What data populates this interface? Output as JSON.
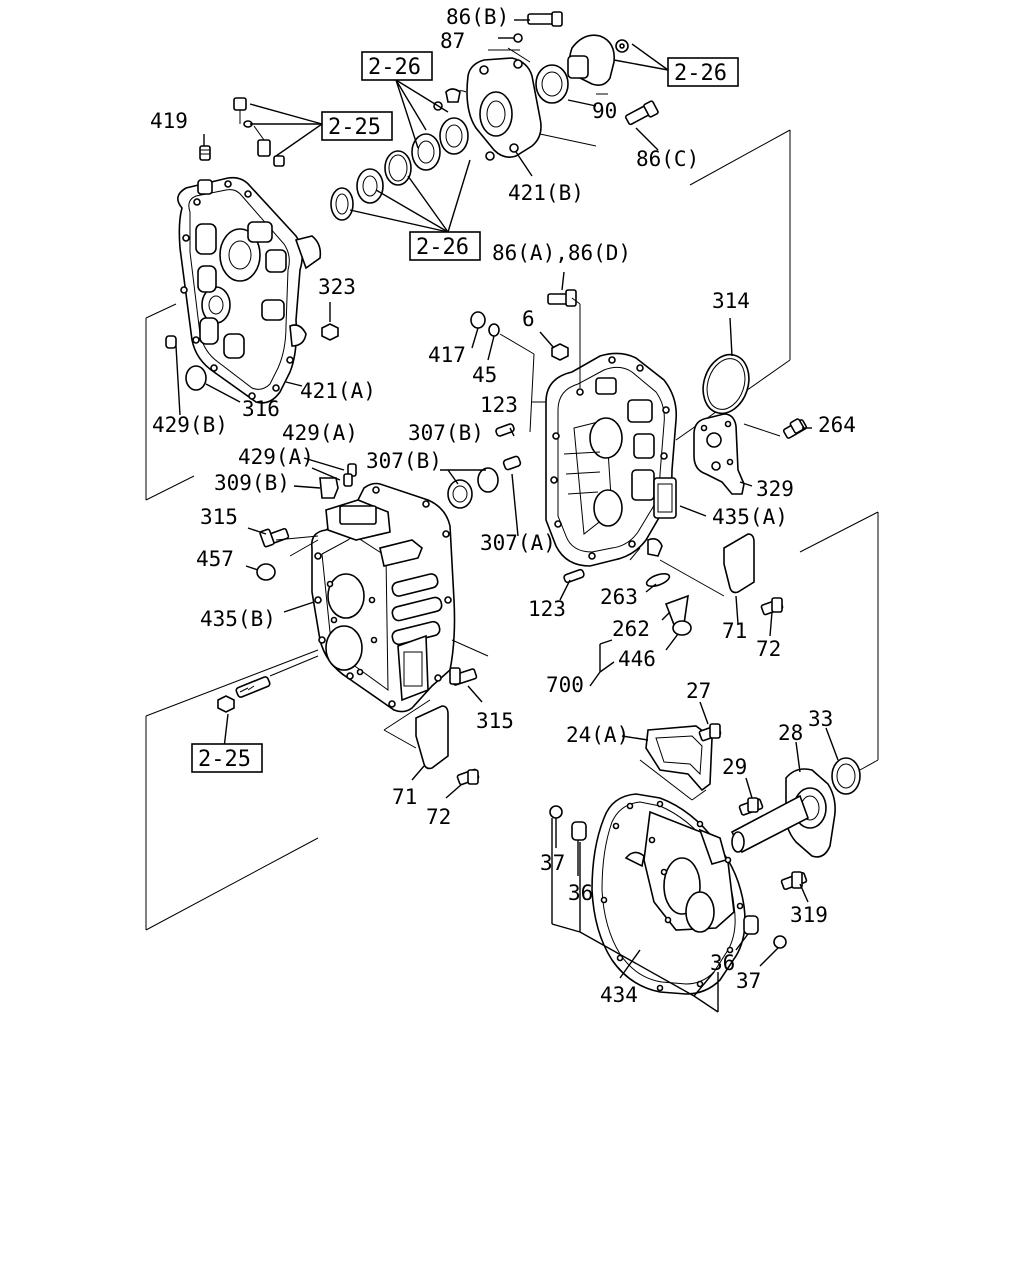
{
  "callouts": {
    "p86B": "86(B)",
    "p87": "87",
    "p90": "90",
    "p86C": "86(C)",
    "p421B": "421(B)",
    "p419": "419",
    "p323": "323",
    "p421A": "421(A)",
    "p316": "316",
    "p429B": "429(B)",
    "p86AD": "86(A),86(D)",
    "p314": "314",
    "p6": "6",
    "p417": "417",
    "p45": "45",
    "p123a": "123",
    "p264": "264",
    "p429A1": "429(A)",
    "p429A2": "429(A)",
    "p307B1": "307(B)",
    "p307B2": "307(B)",
    "p309B": "309(B)",
    "p329": "329",
    "p435A": "435(A)",
    "p315a": "315",
    "p307A": "307(A)",
    "p457": "457",
    "p435B": "435(B)",
    "p123b": "123",
    "p263": "263",
    "p262": "262",
    "p71a": "71",
    "p72a": "72",
    "p446": "446",
    "p700": "700",
    "p315b": "315",
    "p27": "27",
    "p24A": "24(A)",
    "p33": "33",
    "p28": "28",
    "p29": "29",
    "p71b": "71",
    "p72b": "72",
    "p37a": "37",
    "p36a": "36",
    "p319": "319",
    "p36b": "36",
    "p37b": "37",
    "p434": "434"
  },
  "refs": {
    "r226a": "2-26",
    "r226b": "2-26",
    "r225a": "2-25",
    "r226c": "2-26",
    "r225b": "2-25"
  }
}
